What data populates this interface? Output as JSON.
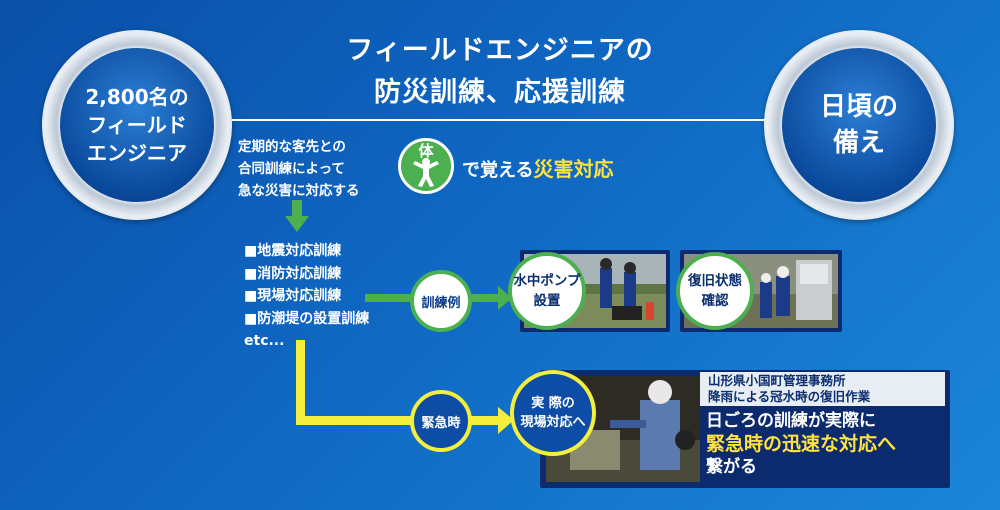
{
  "badge_left": {
    "line1": "2,800名の",
    "line2": "フィールド",
    "line3": "エンジニア"
  },
  "badge_right": {
    "line1": "日頃の",
    "line2": "備え"
  },
  "title": {
    "line1": "フィールドエンジニアの",
    "line2": "防災訓練、応援訓練"
  },
  "joint_training": {
    "line1": "定期的な客先との",
    "line2": "合同訓練によって",
    "line3": "急な災害に対応する"
  },
  "body_icon": {
    "label": "体",
    "caption_prefix": "で覚える",
    "caption_highlight": "災害対応"
  },
  "training_list": [
    "■地震対応訓練",
    "■消防対応訓練",
    "■現場対応訓練",
    "■防潮堤の設置訓練",
    "etc..."
  ],
  "example_label": "訓練例",
  "emergency_label": "緊急時",
  "pump": {
    "line1": "水中ポンプ",
    "line2": "設置"
  },
  "recovery_check": {
    "line1": "復旧状態",
    "line2": "確認"
  },
  "actual": {
    "line1": "実 際の",
    "line2": "現場対応へ"
  },
  "actual_caption": {
    "line1": "山形県小国町管理事務所",
    "line2": "降雨による冠水時の復旧作業"
  },
  "actual_message": {
    "line1": "日ごろの訓練が実際に",
    "line2": "緊急時の迅速な対応へ",
    "line3": "繋がる"
  },
  "icons": [
    "person-icon",
    "arrow-down-icon",
    "arrow-right-icon"
  ],
  "colors": {
    "green": "#4caf50",
    "yellow": "#f4ee3c",
    "highlight": "#ffe23c",
    "navy": "#0c2a6e"
  }
}
